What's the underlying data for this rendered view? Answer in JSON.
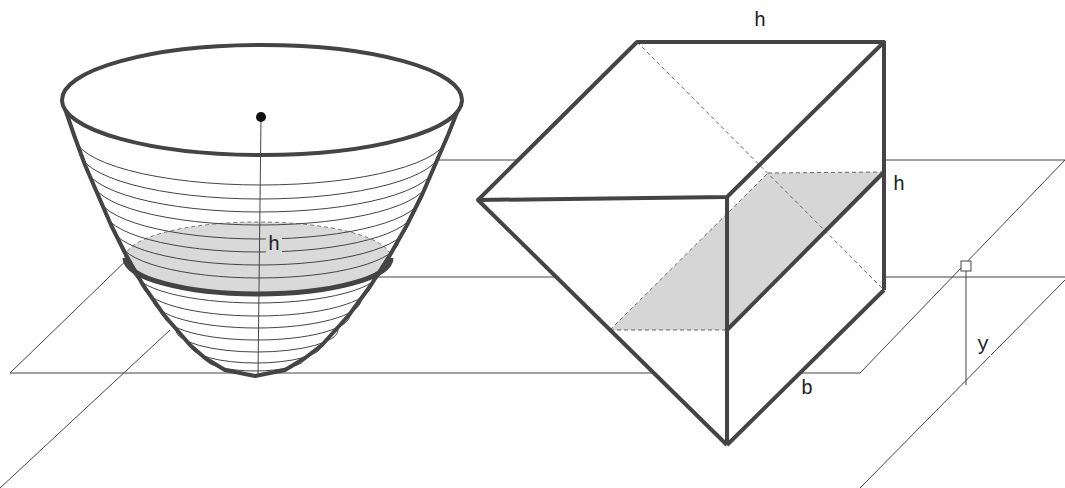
{
  "diagram": {
    "labels": [
      "h",
      "h",
      "h",
      "b",
      "y"
    ]
  }
}
